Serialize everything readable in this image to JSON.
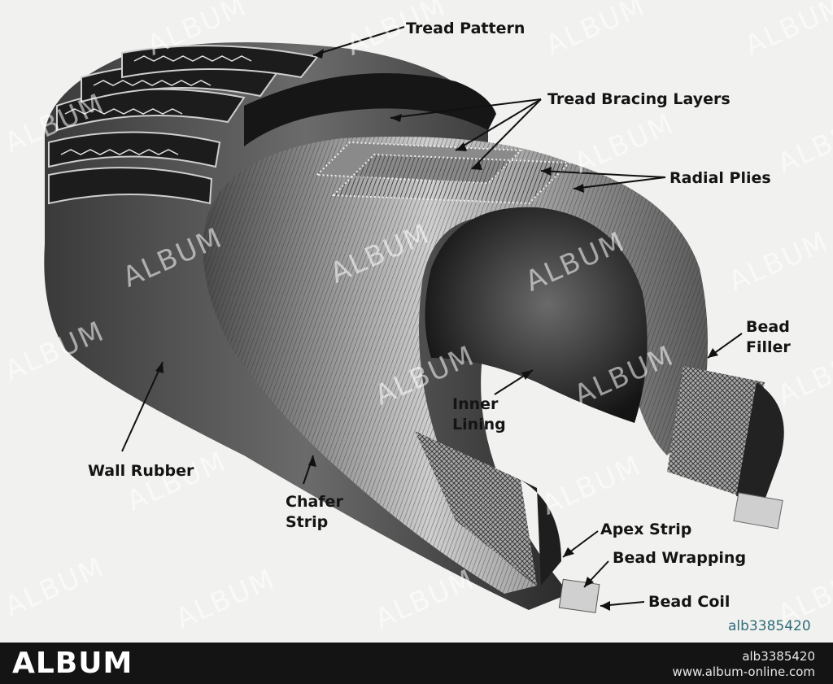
{
  "diagram": {
    "labels": {
      "tread_pattern": "Tread Pattern",
      "tread_bracing_layers": "Tread Bracing Layers",
      "radial_plies": "Radial Plies",
      "bead_filler_1": "Bead",
      "bead_filler_2": "Filler",
      "inner_lining_1": "Inner",
      "inner_lining_2": "Lining",
      "wall_rubber": "Wall Rubber",
      "chafer_strip_1": "Chafer",
      "chafer_strip_2": "Strip",
      "apex_strip": "Apex Strip",
      "bead_wrapping": "Bead Wrapping",
      "bead_coil": "Bead Coil"
    }
  },
  "watermark": {
    "text": "ALBUM",
    "image_id": "alb3385420"
  },
  "footer": {
    "logo": "ALBUM",
    "id": "alb3385420",
    "url": "www.album-online.com"
  },
  "colors": {
    "background": "#f1f1ef",
    "footer": "#141414",
    "id_text": "#2f6e79"
  }
}
